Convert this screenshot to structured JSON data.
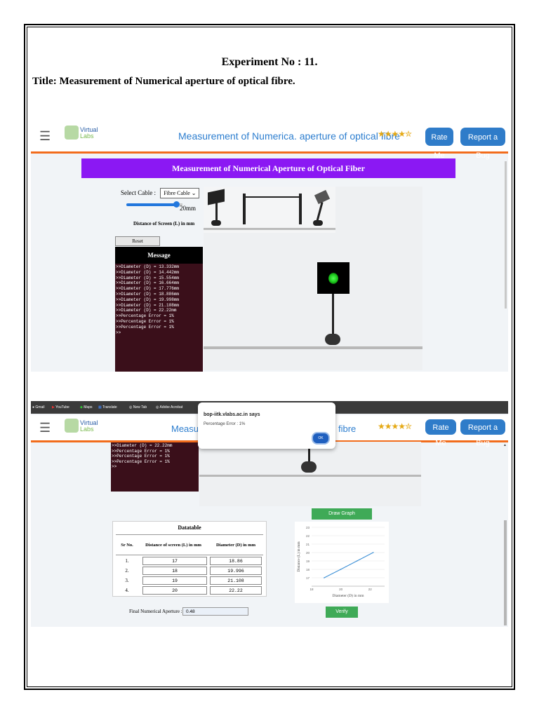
{
  "document": {
    "heading": "Experiment No : 11.",
    "title": "Title: Measurement of Numerical aperture of optical fibre."
  },
  "navbar": {
    "logo_top": "Virtual",
    "logo_bottom": "Labs",
    "title": "Measurement of Numerica. aperture of optical fibre",
    "rating_stars": 4.5,
    "rate_me": "Rate Me",
    "report_bug": "Report a Bug"
  },
  "experiment": {
    "banner": "Measurement of Numerical Aperture of Optical Fiber",
    "select_label": "Select Cable :",
    "select_value": "Fibre Cable",
    "slider_value": "20mm",
    "slider_level": 0.9,
    "distance_label": "Distance of Screen (L) in mm",
    "reset": "Reset",
    "message_title": "Message",
    "message_lines": [
      ">>Diameter (D) = 13.332mm",
      ">>Diameter (D) = 14.442mm",
      ">>Diameter (D) = 15.554mm",
      ">>Diameter (D) = 16.664mm",
      ">>Diameter (D) = 17.776mm",
      ">>Diameter (D) = 18.886mm",
      ">>Diameter (D) = 19.998mm",
      ">>Diameter (D) = 21.108mm",
      ">>Diameter (D) = 22.22mm",
      ">>Percentage Error = 1%",
      ">>Percentage Error = 1%",
      ">>Percentage Error = 1%",
      ">>"
    ]
  },
  "browser": {
    "bookmarks": [
      "Gmail",
      "YouTube",
      "Maps",
      "Translate",
      "New Tab",
      "Adobe Acrobat"
    ]
  },
  "navbar2": {
    "title_left": "Measur",
    "title_right": "fibre"
  },
  "dialog": {
    "title": "bop-iitk.vlabs.ac.in says",
    "message": "Percentage Error : 1%",
    "ok": "OK"
  },
  "message2_lines": [
    ">>Diameter (D) = 22.22mm",
    ">>Percentage Error = 1%",
    ">>Percentage Error = 1%",
    ">>Percentage Error = 1%",
    ">>"
  ],
  "datatable": {
    "title": "Datatable",
    "headers": [
      "Sr No.",
      "Distance of screen (L) in mm",
      "Diameter (D) in mm"
    ],
    "rows": [
      {
        "sr": "1.",
        "l": "17",
        "d": "18.86"
      },
      {
        "sr": "2.",
        "l": "18",
        "d": "19.996"
      },
      {
        "sr": "3.",
        "l": "19",
        "d": "21.108"
      },
      {
        "sr": "4.",
        "l": "20",
        "d": "22.22"
      }
    ]
  },
  "final_na": {
    "label": "Final Numerical Aperture :",
    "value": "0.48"
  },
  "buttons": {
    "draw_graph": "Draw Graph",
    "verify": "Verify"
  },
  "chart_data": {
    "type": "line",
    "title": "",
    "xlabel": "Diameter (D) in mm",
    "ylabel": "Distance (L) in mm",
    "x": [
      18.86,
      19.996,
      21.108,
      22.22
    ],
    "series": [
      {
        "values": [
          17,
          18,
          19,
          20
        ]
      }
    ],
    "x_ticks": [
      "18",
      "20",
      "22"
    ],
    "y_ticks": [
      "17",
      "18",
      "19",
      "20",
      "21",
      "22",
      "23"
    ],
    "xlim": [
      18,
      23
    ],
    "ylim": [
      16,
      23
    ],
    "grid": true,
    "color": "#3b8fd6"
  }
}
